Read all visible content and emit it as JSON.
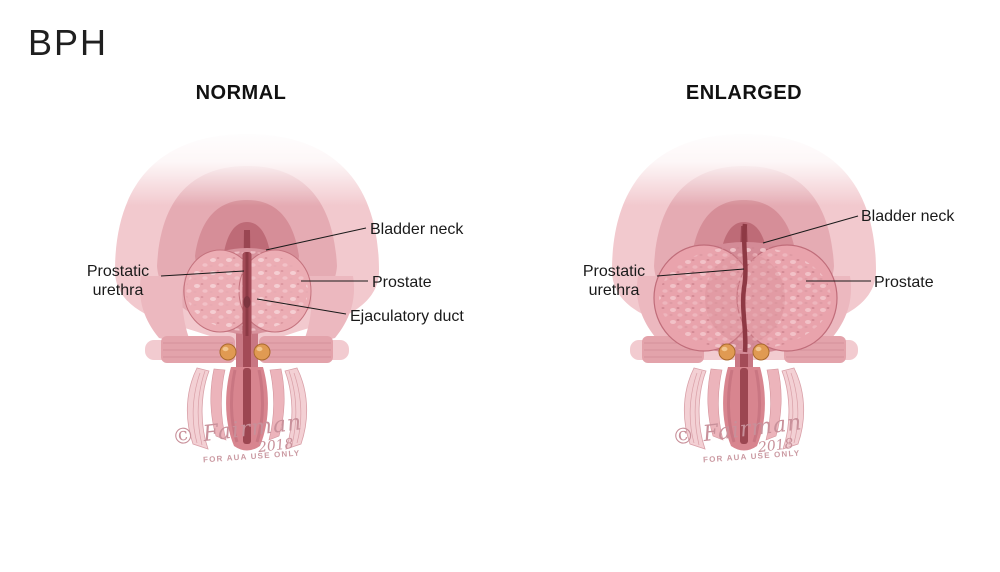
{
  "title": "BPH",
  "panels": {
    "normal": {
      "heading": "NORMAL",
      "labels": {
        "bladder_neck": "Bladder neck",
        "prostatic_urethra": "Prostatic\nurethra",
        "prostate": "Prostate",
        "ejaculatory_duct": "Ejaculatory duct"
      },
      "credit": {
        "signature": "© Fairman",
        "year": "2018",
        "notice": "FOR AUA USE ONLY"
      }
    },
    "enlarged": {
      "heading": "ENLARGED",
      "labels": {
        "bladder_neck": "Bladder neck",
        "prostatic_urethra": "Prostatic\nurethra",
        "prostate": "Prostate"
      },
      "credit": {
        "signature": "© Fairman",
        "year": "2018",
        "notice": "FOR AUA USE ONLY"
      }
    }
  },
  "colors": {
    "background": "#ffffff",
    "label_text": "#1a1a1a",
    "bladder_pink": "#f2c9ce",
    "prostate_pink": "#ecadb4",
    "prostate_enlarged_pink": "#e9a3ac",
    "urethra_dark_red": "#9a4652",
    "gland_orange": "#e09a52",
    "signature_rose": "#c8909a"
  }
}
